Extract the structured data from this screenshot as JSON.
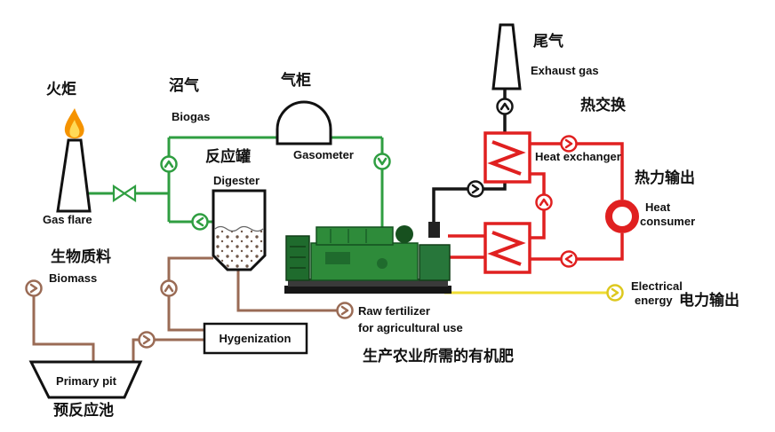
{
  "nodes": {
    "gas_flare": {
      "zh": "火炬",
      "en": "Gas flare"
    },
    "biogas": {
      "zh": "沼气",
      "en": "Biogas"
    },
    "gasometer": {
      "zh": "气柜",
      "en": "Gasometer"
    },
    "digester": {
      "zh": "反应罐",
      "en": "Digester"
    },
    "exhaust": {
      "zh": "尾气",
      "en": "Exhaust gas"
    },
    "heat_exchanger": {
      "zh": "热交换",
      "en": "Heat exchanger"
    },
    "heat_output": {
      "zh": "热力输出"
    },
    "heat_consumer": {
      "line1": "Heat",
      "line2": "consumer"
    },
    "electrical": {
      "line1": "Electrical",
      "line2": "energy",
      "zh": "电力输出"
    },
    "fertilizer": {
      "line1": "Raw fertilizer",
      "line2": "for agricultural use",
      "zh": "生产农业所需的有机肥"
    },
    "hygenization": {
      "label": "Hygenization"
    },
    "biomass": {
      "zh": "生物质料",
      "en": "Biomass"
    },
    "primary_pit": {
      "en": "Primary pit",
      "zh": "预反应池"
    }
  },
  "colors": {
    "biogas_line": "#2f9e41",
    "heat_line": "#e02020",
    "exhaust_line": "#161616",
    "electricity_line": "#f0dd35",
    "substrate_line": "#9a6b55",
    "flame": "#f59300"
  },
  "flow_indicators": [
    {
      "path": "biomass-in",
      "color": "brown",
      "direction": "right"
    },
    {
      "path": "pit-to-hygenization",
      "color": "brown",
      "direction": "right"
    },
    {
      "path": "hygenization-to-digester",
      "color": "brown",
      "direction": "up"
    },
    {
      "path": "digester-to-fertilizer",
      "color": "brown",
      "direction": "right"
    },
    {
      "path": "digester-gas-out",
      "color": "green",
      "direction": "left"
    },
    {
      "path": "gas-riser",
      "color": "green",
      "direction": "up"
    },
    {
      "path": "gas-to-engine",
      "color": "green",
      "direction": "down"
    },
    {
      "path": "engine-exhaust",
      "color": "black",
      "direction": "right"
    },
    {
      "path": "exhaust-to-stack",
      "color": "black",
      "direction": "up"
    },
    {
      "path": "hot-supply",
      "color": "red",
      "direction": "right"
    },
    {
      "path": "hx2-to-hx1",
      "color": "red",
      "direction": "up"
    },
    {
      "path": "heat-return",
      "color": "red",
      "direction": "left"
    },
    {
      "path": "electric-out",
      "color": "yellow",
      "direction": "right"
    }
  ]
}
